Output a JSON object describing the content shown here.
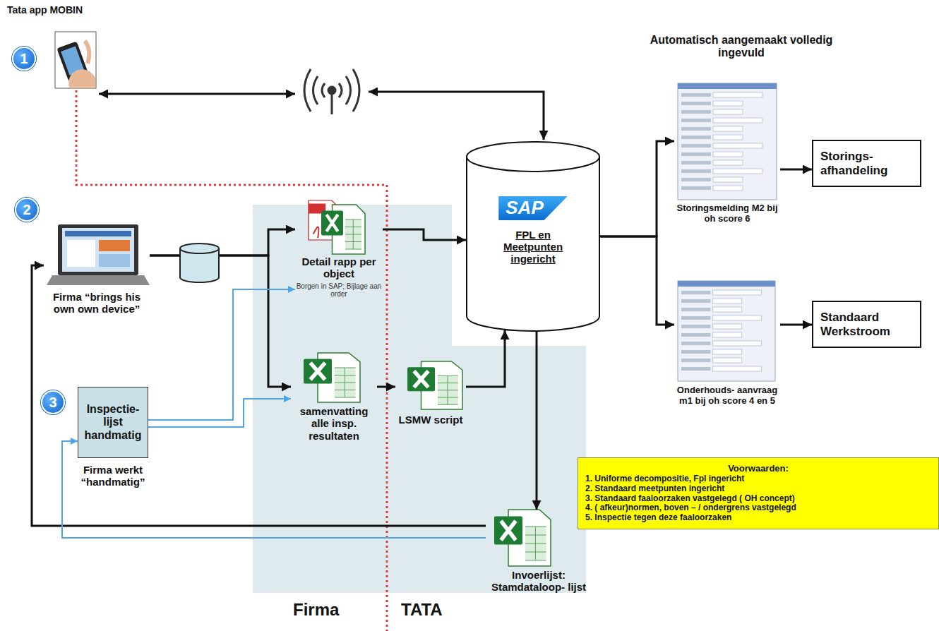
{
  "diagram": {
    "nodes": [
      {
        "text": [
          "Firma “brings his own own device”"
        ]
      },
      {
        "text": [
          "Detail rapp per object",
          "Borgen in SAP; Bijlage aan order"
        ]
      },
      {
        "text": [
          "samenvatting alle insp. resultaten"
        ]
      },
      {
        "text": [
          "LSMW script"
        ]
      },
      {
        "text": [
          "SAP",
          "FPL en Meetpunten ingericht"
        ]
      },
      {
        "text": [
          "Storingsmelding M2 bij oh score 6"
        ]
      },
      {
        "text": [
          "Onderhouds- aanvraag m1 bij oh score 4 en 5"
        ]
      },
      {
        "text": [
          "Storings- afhandeling"
        ]
      },
      {
        "text": [
          "Standaard Werkstroom"
        ]
      },
      {
        "text": [
          "Inspectie- lijst handmatig",
          "Firma werkt “handmatig”"
        ]
      },
      {
        "text": [
          "Invoerlijst: Stamdataloop- lijst"
        ]
      },
      {
        "text": [
          "Voorwaarden:",
          "1. Uniforme decompositie, Fpl ingericht",
          "2. Standaard meetpunten ingericht",
          "3. Standaard faaloorzaken vastgelegd ( OH concept)",
          "4. ( afkeur)normen, boven – / ondergrens vastgelegd",
          "5. Inspectie tegen deze faaloorzaken"
        ]
      }
    ],
    "edges": [
      {
        "from": 0,
        "to": 1,
        "arrow": "to"
      },
      {
        "from": 0,
        "to": 2,
        "arrow": "to"
      },
      {
        "from": 9,
        "to": 1,
        "arrow": "to"
      },
      {
        "from": 9,
        "to": 2,
        "arrow": "to"
      },
      {
        "from": 1,
        "to": 4,
        "arrow": "to"
      },
      {
        "from": 2,
        "to": 3,
        "arrow": "to"
      },
      {
        "from": 3,
        "to": 4,
        "arrow": "to"
      },
      {
        "from": 4,
        "to": 5,
        "arrow": "to"
      },
      {
        "from": 4,
        "to": 6,
        "arrow": "to"
      },
      {
        "from": 5,
        "to": 7,
        "arrow": "to"
      },
      {
        "from": 6,
        "to": 8,
        "arrow": "to"
      },
      {
        "from": 4,
        "to": 10,
        "arrow": "to"
      },
      {
        "from": 10,
        "to": 0,
        "arrow": "to"
      },
      {
        "from": 10,
        "to": 9,
        "arrow": "to"
      }
    ],
    "labels": [
      "Tata app MOBIN",
      "1",
      "2",
      "3",
      "Automatisch aangemaakt volledig ingevuld",
      "Firma",
      "TATA"
    ]
  }
}
